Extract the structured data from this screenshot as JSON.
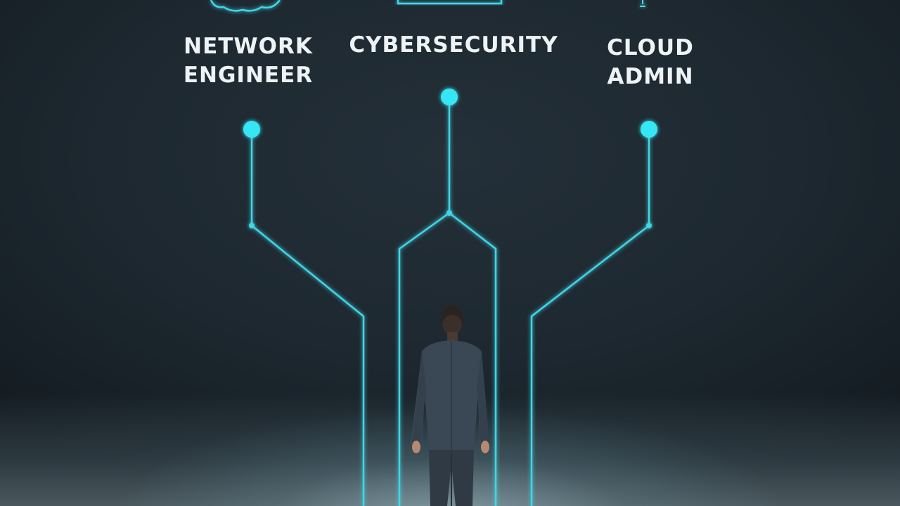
{
  "paths": [
    {
      "line1": "NETWORK",
      "line2": "ENGINEER"
    },
    {
      "line1": "CYBERSECURITY",
      "line2": ""
    },
    {
      "line1": "CLOUD",
      "line2": "ADMIN"
    }
  ],
  "colors": {
    "accent": "#35e6f5",
    "line": "#3fd6e6",
    "background": "#1a232b",
    "text": "#eef3f5",
    "suit": "#3a4754"
  },
  "icons": [
    "gear-cloud-icon",
    "monitor-icon",
    "cloud-icon"
  ]
}
